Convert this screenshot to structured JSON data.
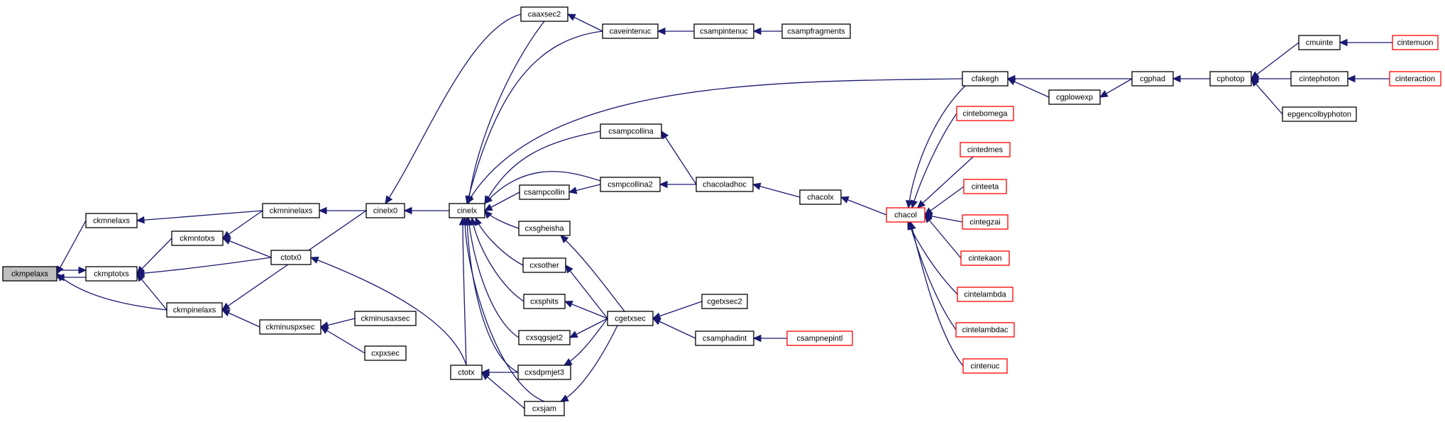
{
  "graph": {
    "nodes": [
      {
        "id": "ckmpelaxs",
        "label": "ckmpelaxs",
        "focus": true
      },
      {
        "id": "ckmnelaxs",
        "label": "ckmnelaxs"
      },
      {
        "id": "ckmptotxs",
        "label": "ckmptotxs"
      },
      {
        "id": "ckmntotxs",
        "label": "ckmntotxs"
      },
      {
        "id": "ckmpinelaxs",
        "label": "ckmpinelaxs"
      },
      {
        "id": "ckmninelaxs",
        "label": "ckmninelaxs"
      },
      {
        "id": "ctotx0",
        "label": "ctotx0"
      },
      {
        "id": "ckminuspxsec",
        "label": "ckminuspxsec"
      },
      {
        "id": "ckminusaxsec",
        "label": "ckminusaxsec"
      },
      {
        "id": "cxpxsec",
        "label": "cxpxsec"
      },
      {
        "id": "cinelx0",
        "label": "cinelx0"
      },
      {
        "id": "cinelx",
        "label": "cinelx"
      },
      {
        "id": "ctotx",
        "label": "ctotx"
      },
      {
        "id": "caaxsec2",
        "label": "caaxsec2"
      },
      {
        "id": "caveintenuc",
        "label": "caveintenuc"
      },
      {
        "id": "csampintenuc",
        "label": "csampintenuc"
      },
      {
        "id": "csampfragments",
        "label": "csampfragments"
      },
      {
        "id": "csampcollina",
        "label": "csampcollina"
      },
      {
        "id": "csampcollin",
        "label": "csampcollin"
      },
      {
        "id": "csmpcollina2",
        "label": "csmpcollina2"
      },
      {
        "id": "chacoladhoc",
        "label": "chacoladhoc"
      },
      {
        "id": "chacolx",
        "label": "chacolx"
      },
      {
        "id": "chacol",
        "label": "chacol",
        "red": true
      },
      {
        "id": "cxsgheisha",
        "label": "cxsgheisha"
      },
      {
        "id": "cxsother",
        "label": "cxsother"
      },
      {
        "id": "cxsphits",
        "label": "cxsphits"
      },
      {
        "id": "cxsqgsjet2",
        "label": "cxsqgsjet2"
      },
      {
        "id": "cxsdpmjet3",
        "label": "cxsdpmjet3"
      },
      {
        "id": "cxsjam",
        "label": "cxsjam"
      },
      {
        "id": "cgetxsec",
        "label": "cgetxsec"
      },
      {
        "id": "cgetxsec2",
        "label": "cgetxsec2"
      },
      {
        "id": "csamphadint",
        "label": "csamphadint"
      },
      {
        "id": "csampnepintl",
        "label": "csampnepintl",
        "red": true
      },
      {
        "id": "cfakegh",
        "label": "cfakegh"
      },
      {
        "id": "cgplowexp",
        "label": "cgplowexp"
      },
      {
        "id": "cgphad",
        "label": "cgphad"
      },
      {
        "id": "cphotop",
        "label": "cphotop"
      },
      {
        "id": "cmuinte",
        "label": "cmuinte"
      },
      {
        "id": "cintemuon",
        "label": "cintemuon",
        "red": true
      },
      {
        "id": "cintephoton",
        "label": "cintephoton"
      },
      {
        "id": "cinteraction",
        "label": "cinteraction",
        "red": true
      },
      {
        "id": "epgencolbyphoton",
        "label": "epgencolbyphoton"
      },
      {
        "id": "cintebomega",
        "label": "cintebomega",
        "red": true
      },
      {
        "id": "cintedmes",
        "label": "cintedmes",
        "red": true
      },
      {
        "id": "cinteeta",
        "label": "cinteeta",
        "red": true
      },
      {
        "id": "cintegzai",
        "label": "cintegzai",
        "red": true
      },
      {
        "id": "cintekaon",
        "label": "cintekaon",
        "red": true
      },
      {
        "id": "cintelambda",
        "label": "cintelambda",
        "red": true
      },
      {
        "id": "cintelambdac",
        "label": "cintelambdac",
        "red": true
      },
      {
        "id": "cintenuc",
        "label": "cintenuc",
        "red": true
      }
    ],
    "edges": [
      [
        "ckmnelaxs",
        "ckmpelaxs"
      ],
      [
        "ckmptotxs",
        "ckmpelaxs"
      ],
      [
        "ckmpinelaxs",
        "ckmpelaxs"
      ],
      [
        "ckmpelaxs",
        "ckmptotxs"
      ],
      [
        "ckmninelaxs",
        "ckmnelaxs"
      ],
      [
        "ckmntotxs",
        "ckmptotxs"
      ],
      [
        "ctotx0",
        "ckmptotxs"
      ],
      [
        "ckmpinelaxs",
        "ckmptotxs"
      ],
      [
        "ckmninelaxs",
        "ckmntotxs"
      ],
      [
        "ctotx0",
        "ckmntotxs"
      ],
      [
        "cinelx0",
        "ckmninelaxs"
      ],
      [
        "cinelx0",
        "ckmpinelaxs"
      ],
      [
        "ckminuspxsec",
        "ckmpinelaxs"
      ],
      [
        "ckminusaxsec",
        "ckminuspxsec"
      ],
      [
        "cxpxsec",
        "ckminuspxsec"
      ],
      [
        "ctotx",
        "ctotx0"
      ],
      [
        "cinelx",
        "cinelx0"
      ],
      [
        "caaxsec2",
        "cinelx0"
      ],
      [
        "caaxsec2",
        "cinelx"
      ],
      [
        "caveintenuc",
        "cinelx"
      ],
      [
        "cfakegh",
        "cinelx"
      ],
      [
        "csampcollina",
        "cinelx"
      ],
      [
        "csmpcollina2",
        "cinelx"
      ],
      [
        "csampcollin",
        "cinelx"
      ],
      [
        "cxsgheisha",
        "cinelx"
      ],
      [
        "cxsother",
        "cinelx"
      ],
      [
        "cxsphits",
        "cinelx"
      ],
      [
        "cxsqgsjet2",
        "cinelx"
      ],
      [
        "cxsdpmjet3",
        "cinelx"
      ],
      [
        "cxsjam",
        "cinelx"
      ],
      [
        "ctotx",
        "cinelx"
      ],
      [
        "caveintenuc",
        "caaxsec2"
      ],
      [
        "csampintenuc",
        "caveintenuc"
      ],
      [
        "csampfragments",
        "csampintenuc"
      ],
      [
        "csmpcollina2",
        "csampcollin"
      ],
      [
        "chacoladhoc",
        "csampcollina"
      ],
      [
        "chacoladhoc",
        "csmpcollina2"
      ],
      [
        "chacolx",
        "chacoladhoc"
      ],
      [
        "chacol",
        "chacolx"
      ],
      [
        "cintebomega",
        "chacol"
      ],
      [
        "cintedmes",
        "chacol"
      ],
      [
        "cinteeta",
        "chacol"
      ],
      [
        "cintegzai",
        "chacol"
      ],
      [
        "cintekaon",
        "chacol"
      ],
      [
        "cintelambda",
        "chacol"
      ],
      [
        "cintelambdac",
        "chacol"
      ],
      [
        "cintenuc",
        "chacol"
      ],
      [
        "cfakegh",
        "chacol"
      ],
      [
        "cgetxsec",
        "cxsgheisha"
      ],
      [
        "cgetxsec",
        "cxsother"
      ],
      [
        "cgetxsec",
        "cxsphits"
      ],
      [
        "cgetxsec",
        "cxsqgsjet2"
      ],
      [
        "cgetxsec",
        "cxsdpmjet3"
      ],
      [
        "cgetxsec",
        "cxsjam"
      ],
      [
        "cxsdpmjet3",
        "ctotx"
      ],
      [
        "cxsjam",
        "ctotx"
      ],
      [
        "cgetxsec2",
        "cgetxsec"
      ],
      [
        "csamphadint",
        "cgetxsec"
      ],
      [
        "csampnepintl",
        "csamphadint"
      ],
      [
        "cgphad",
        "cfakegh"
      ],
      [
        "cgplowexp",
        "cfakegh"
      ],
      [
        "cgphad",
        "cgplowexp"
      ],
      [
        "cphotop",
        "cgphad"
      ],
      [
        "cmuinte",
        "cphotop"
      ],
      [
        "cintephoton",
        "cphotop"
      ],
      [
        "epgencolbyphoton",
        "cphotop"
      ],
      [
        "cintemuon",
        "cmuinte"
      ],
      [
        "cinteraction",
        "cintephoton"
      ]
    ]
  }
}
